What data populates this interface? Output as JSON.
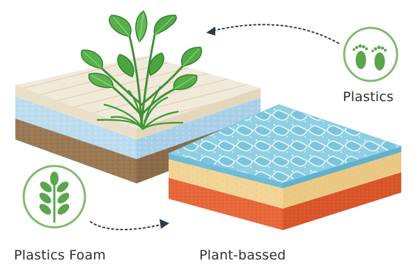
{
  "labels": {
    "plastics": "Plastics",
    "plastics_foam": "Plastics Foam",
    "plant_based": "Plant-bassed"
  },
  "icons": {
    "top_right": "footprints-icon",
    "bottom_left": "leaf-branch-icon"
  },
  "colors": {
    "icon_green": "#5aa64d",
    "badge_ring": "#7dbb6a",
    "arrow": "#2f3a4a",
    "sand_top": "#f1eadb",
    "foam_blue": "#bcdcef",
    "soil": "#9c7a55",
    "water_top": "#8fcfe3",
    "yellow_layer": "#f2d596",
    "orange_layer": "#e8683a"
  }
}
